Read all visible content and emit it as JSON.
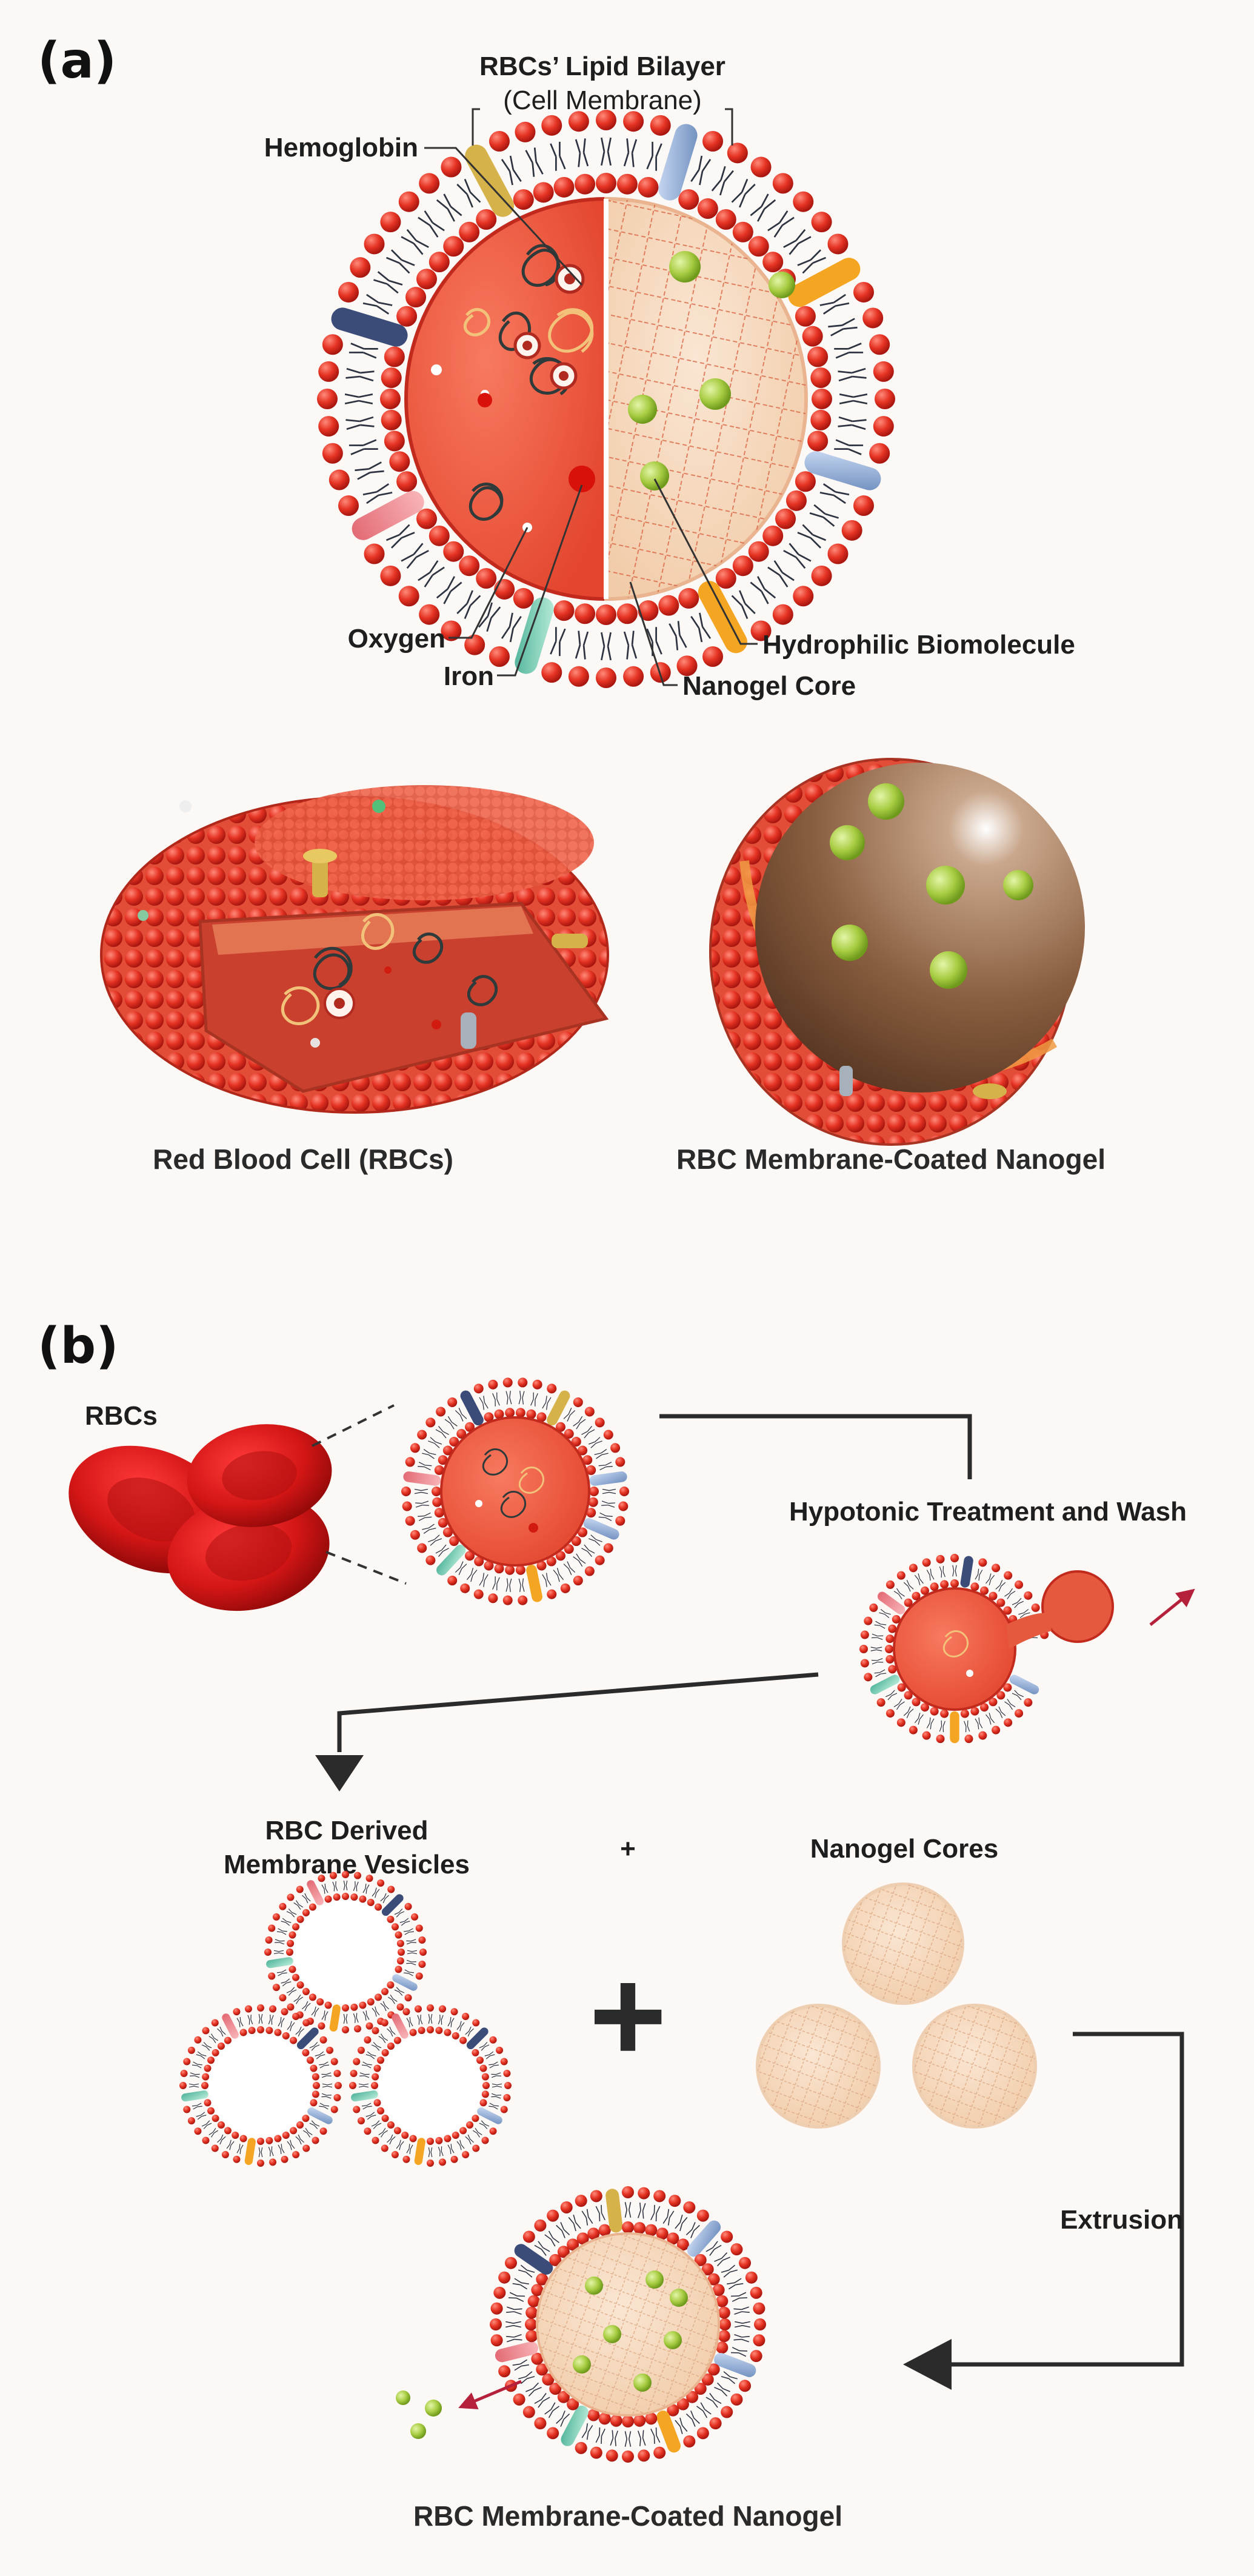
{
  "panel_a": {
    "letter": "(a)",
    "labels": {
      "bilayer_title": "RBCs’ Lipid Bilayer",
      "bilayer_sub": "(Cell Membrane)",
      "hemoglobin": "Hemoglobin",
      "oxygen": "Oxygen",
      "iron": "Iron",
      "hydrophilic": "Hydrophilic Biomolecule",
      "nanogel_core": "Nanogel Core"
    },
    "captions": {
      "rbc": "Red Blood Cell (RBCs)",
      "coated": "RBC Membrane-Coated Nanogel"
    }
  },
  "panel_b": {
    "letter": "(b)",
    "labels": {
      "rbcs": "RBCs",
      "hypotonic": "Hypotonic Treatment and Wash",
      "derived_1": "RBC Derived",
      "derived_2": "Membrane Vesicles",
      "plus_small": "+",
      "plus_big": "+",
      "cores": "Nanogel Cores",
      "extrusion": "Extrusion",
      "final": "RBC Membrane-Coated Nanogel"
    }
  },
  "colors": {
    "rbc_red": "#e8432f",
    "head_red": "#e53323",
    "nanogel_peach": "#f6d7bd",
    "green_molecule": "#a7cc42",
    "arrow_dark": "#2b2b2b",
    "arrow_red": "#b5213a"
  }
}
